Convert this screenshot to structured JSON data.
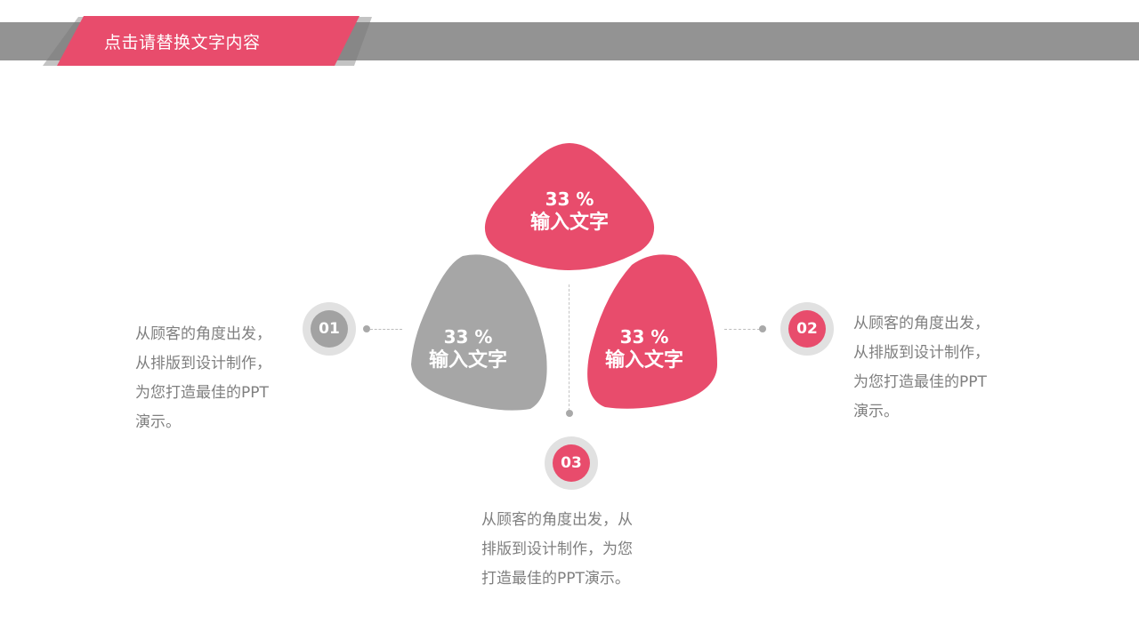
{
  "header": {
    "title": "点击请替换文字内容"
  },
  "petals": {
    "top": {
      "percent": "33 %",
      "label": "输入文字"
    },
    "left": {
      "percent": "33 %",
      "label": "输入文字"
    },
    "right": {
      "percent": "33 %",
      "label": "输入文字"
    }
  },
  "markers": {
    "m1": "01",
    "m2": "02",
    "m3": "03"
  },
  "descriptions": {
    "left": [
      "从顾客的角度出发，",
      "从排版到设计制作，",
      "为您打造最佳的PPT",
      "演示。"
    ],
    "right": [
      "从顾客的角度出发，",
      "从排版到设计制作，",
      "为您打造最佳的PPT",
      "演示。"
    ],
    "bottom": [
      "从顾客的角度出发，从",
      "排版到设计制作，为您",
      "打造最佳的PPT演示。"
    ]
  },
  "colors": {
    "accent": "#e84c6c",
    "gray": "#a2a2a2",
    "header_bar": "#939393",
    "text": "#7f7f7f"
  }
}
